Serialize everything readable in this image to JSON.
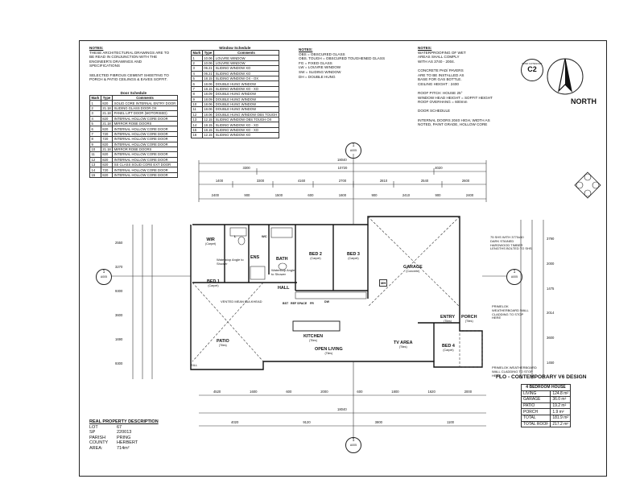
{
  "notes_left": {
    "heading": "NOTES:",
    "lines": [
      "THESE ARCHITECTURAL DRAWINGS ARE TO",
      "BE READ IN CONJUNCTION WITH THE",
      "ENGINEER'S DRAWINGS AND",
      "SPECIFICATIONS",
      "",
      "SELECTED FIBROUS CEMENT SHEETING TO",
      "PORCH & PATIO CEILINGS & EAVES SOFFIT."
    ]
  },
  "door_schedule": {
    "title": "Door Schedule",
    "headers": [
      "Mark",
      "Type",
      "Comments"
    ],
    "rows": [
      [
        "1",
        "820",
        "SOLID CORE INTERNAL ENTRY DOOR"
      ],
      [
        "2",
        "21.18",
        "SLIDING GLASS DOOR OX"
      ],
      [
        "3",
        "21.18",
        "PANEL LIFT DOOR (MOTORISED)"
      ],
      [
        "4",
        "820",
        "INTERNAL HOLLOW CORE DOOR"
      ],
      [
        "5",
        "21.18",
        "MIRROR ROBE DOORS"
      ],
      [
        "6",
        "820",
        "INTERNAL HOLLOW CORE DOOR"
      ],
      [
        "7",
        "720",
        "INTERNAL HOLLOW CORE DOOR"
      ],
      [
        "8",
        "720",
        "INTERNAL HOLLOW CORE DOOR"
      ],
      [
        "9",
        "820",
        "INTERNAL HOLLOW CORE DOOR"
      ],
      [
        "10",
        "21.18",
        "MIRROR ROBE DOORS"
      ],
      [
        "11",
        "820",
        "INTERNAL HOLLOW CORE DOOR"
      ],
      [
        "12",
        "820",
        "INTERNAL HOLLOW CORE DOOR"
      ],
      [
        "13",
        "820",
        "SS CLASS SOLID CORE EXT DOOR"
      ],
      [
        "14",
        "720",
        "INTERNAL HOLLOW CORE DOOR"
      ],
      [
        "15",
        "820",
        "INTERNAL HOLLOW CORE DOOR"
      ]
    ]
  },
  "window_schedule": {
    "title": "Window Schedule",
    "headers": [
      "Mark",
      "Type",
      "Comments"
    ],
    "rows": [
      [
        "1",
        "10.06",
        "LOUVRE WINDOW"
      ],
      [
        "2",
        "10.06",
        "LOUVRE WINDOW"
      ],
      [
        "3",
        "06.21",
        "SLIDING WINDOW XO"
      ],
      [
        "4",
        "06.21",
        "SLIDING WINDOW XO"
      ],
      [
        "5",
        "18.15",
        "SLIDING WINDOW OX - OX"
      ],
      [
        "6",
        "18.06",
        "DOUBLE HUNG WINDOW"
      ],
      [
        "7",
        "18.15",
        "SLIDING WINDOW XO - XO"
      ],
      [
        "8",
        "18.09",
        "DOUBLE HUNG WINDOW"
      ],
      [
        "9",
        "18.09",
        "DOUBLE HUNG WINDOW"
      ],
      [
        "10",
        "18.06",
        "DOUBLE HUNG WINDOW"
      ],
      [
        "11",
        "18.06",
        "DOUBLE HUNG WINDOW"
      ],
      [
        "12",
        "18.06",
        "DOUBLE HUNG WINDOW OBS TOUGH"
      ],
      [
        "13",
        "12.15",
        "SLIDING WINDOW OBS TOUGH OX"
      ],
      [
        "14",
        "18.15",
        "SLIDING WINDOW XO - XO"
      ],
      [
        "15",
        "18.15",
        "SLIDING WINDOW XO - XO"
      ],
      [
        "16",
        "12.15",
        "SLIDING WINDOW XO"
      ]
    ]
  },
  "notes_mid": {
    "heading": "NOTES:",
    "lines": [
      "OBS = OBSCURED GLASS",
      "OBS. TOUGH = OBSCURED TOUGHENED GLASS",
      "FG = FIXED GLASS",
      "LW = LOUVRE WINDOW",
      "SW = SLIDING WINDOW",
      "DH = DOUBLE HUNG"
    ]
  },
  "notes_right": {
    "heading": "NOTES:",
    "lines": [
      "WATERPROOFING OF WET",
      "AREAS SHALL COMPLY",
      "WITH AS 3740 - 2004.",
      "",
      "CONCRETE PAD/ PAVERS",
      "ARE TO BE INSTALLED AS",
      "BASE FOR GAS BOTTLE.",
      "CEILING HEIGHT : 2400",
      "",
      "ROOF PITCH:            HOUSE 25°",
      "WINDOW HEAD HEIGHT = SOFFIT HEIGHT",
      "ROOF OVERHANG = 600mm",
      "",
      "DOOR SCHEDULE",
      "",
      "INTERNAL DOORS 2040 HIGH, WIDTH AS",
      "NOTED, PAINT GRADE, HOLLOW CORE"
    ]
  },
  "wind": {
    "label": "C2",
    "caption": "WIND CATEGORY"
  },
  "north_label": "NORTH",
  "section_marker": {
    "number": "1",
    "ref": "A005"
  },
  "dimensions": {
    "top_overall": "18040",
    "top_row1": [
      "3300",
      "10720",
      "4020"
    ],
    "top_row2": [
      "1400",
      "3300",
      "4160",
      "2700",
      "2810",
      "2540",
      "2600"
    ],
    "top_row3": [
      "2400",
      "900",
      "1500",
      "600",
      "1600",
      "900",
      "2410",
      "900",
      "2400"
    ],
    "left": [
      "2550",
      "3270",
      "9300",
      "3600",
      "1690",
      "9300"
    ],
    "right": [
      "3790",
      "2000",
      "1475",
      "2014",
      "3600",
      "1450"
    ],
    "bottom_row1": [
      "4520",
      "1600",
      "600",
      "2000",
      "600",
      "1800",
      "1620",
      "2000"
    ],
    "bottom_overall": "18040",
    "bottom_row2": [
      "4020",
      "9120",
      "3800",
      "1100"
    ]
  },
  "rooms": {
    "wir": "WIR",
    "wir_sub": "(Carpet)",
    "ens": "ENS",
    "bath": "BATH",
    "bed1": "BED 1",
    "bed1_sub": "(Carpet)",
    "bed2": "BED 2",
    "bed2_sub": "(Carpet)",
    "bed3": "BED 3",
    "bed3_sub": "(Carpet)",
    "bed4": "BED 4",
    "bed4_sub": "(Carpet)",
    "garage": "GARAGE",
    "garage_sub": "(Concrete)",
    "hall": "HALL",
    "kitchen": "KITCHEN",
    "kitchen_sub": "(Tiles)",
    "open_living": "OPEN LIVING",
    "open_living_sub": "(Tiles)",
    "tv_area": "TV AREA",
    "tv_area_sub": "(Tiles)",
    "entry": "ENTRY",
    "entry_sub": "(Tiles)",
    "porch": "PORCH",
    "porch_sub": "(Tiles)",
    "patio": "PATIO",
    "patio_sub": "(Tiles)",
    "l": "L",
    "wc": "WC",
    "mh": "MH",
    "bst": "BST",
    "fr": "FR",
    "ref": "REF SPACE",
    "dw": "DW"
  },
  "annotations": {
    "ens_note": "Waterstop Angle to Shower",
    "bath_note": "Waterstop Angle to Shower",
    "vented": "VENTED MEAN BULKHEAD",
    "shs": "75 SHS WITH 3770x50 DARK STAINED HARDWOOD TIMBER LENGTHS BOLTED TO SHS",
    "primelok": "PRIMELOK WEATHERBOARD WALL CLADDING TO STOP HERE",
    "primelok2": "PRIMELOK WEATHERBOARD WALL CLADDING TO STOP HERE",
    "sill": "SILL"
  },
  "design_title": "FLO - CONTEMPORARY V6 DESIGN",
  "area_table": {
    "title": "4 BEDROOM HOUSE",
    "rows": [
      [
        "LIVING",
        "124.8 m²"
      ],
      [
        "GARAGE",
        "36.0 m²"
      ],
      [
        "PATIO",
        "19.2 m²"
      ],
      [
        "PORCH",
        "1.9 m²"
      ],
      [
        "TOTAL",
        "181.9 m²"
      ],
      [
        "TOTAL ROOF",
        "217.2 m²"
      ]
    ]
  },
  "property": {
    "heading": "REAL PROPERTY DESCRIPTION",
    "rows": [
      [
        "LOT",
        "67"
      ],
      [
        "SP",
        "220013"
      ],
      [
        "PARISH",
        "PRING"
      ],
      [
        "COUNTY",
        "HERBERT"
      ],
      [
        "AREA:",
        "714m²"
      ]
    ]
  }
}
